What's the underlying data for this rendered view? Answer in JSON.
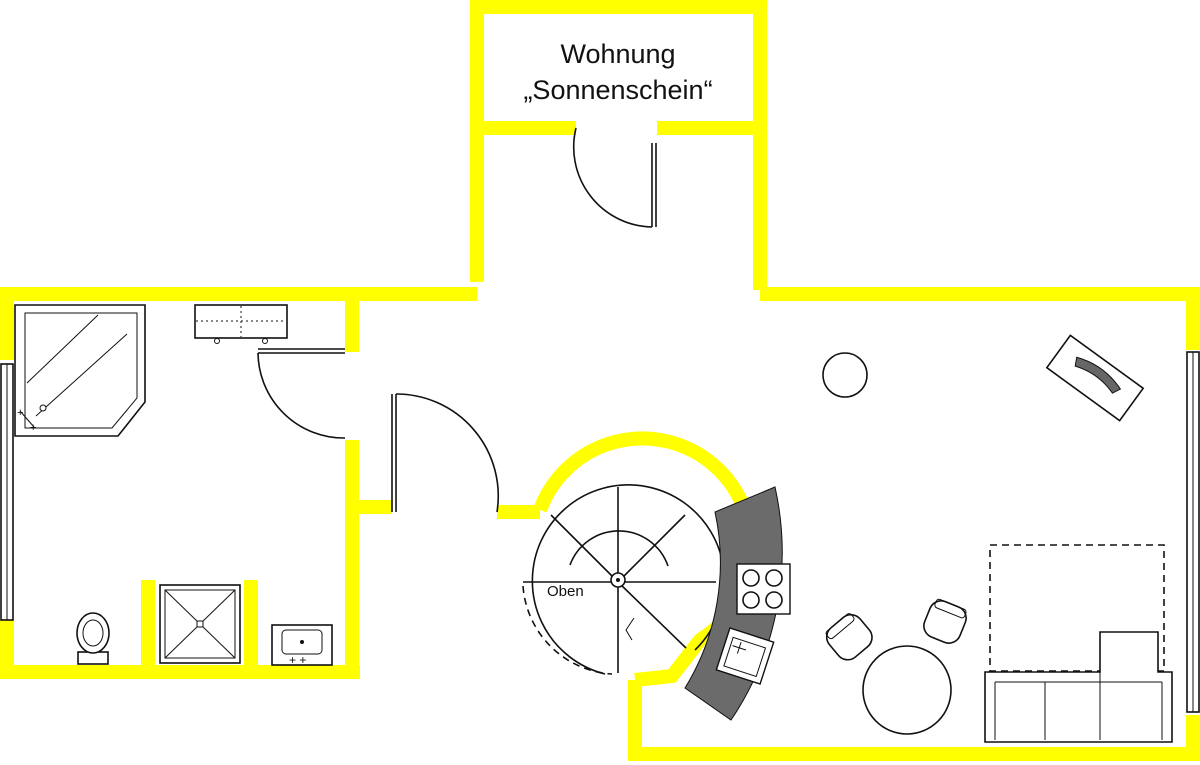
{
  "plan": {
    "title_line1": "Wohnung",
    "title_line2": "„Sonnenschein“",
    "stair_label": "Oben",
    "colors": {
      "walls": "#ffff00",
      "lines": "#111111",
      "counter": "#6b6b6b",
      "background": "#ffffff"
    }
  }
}
